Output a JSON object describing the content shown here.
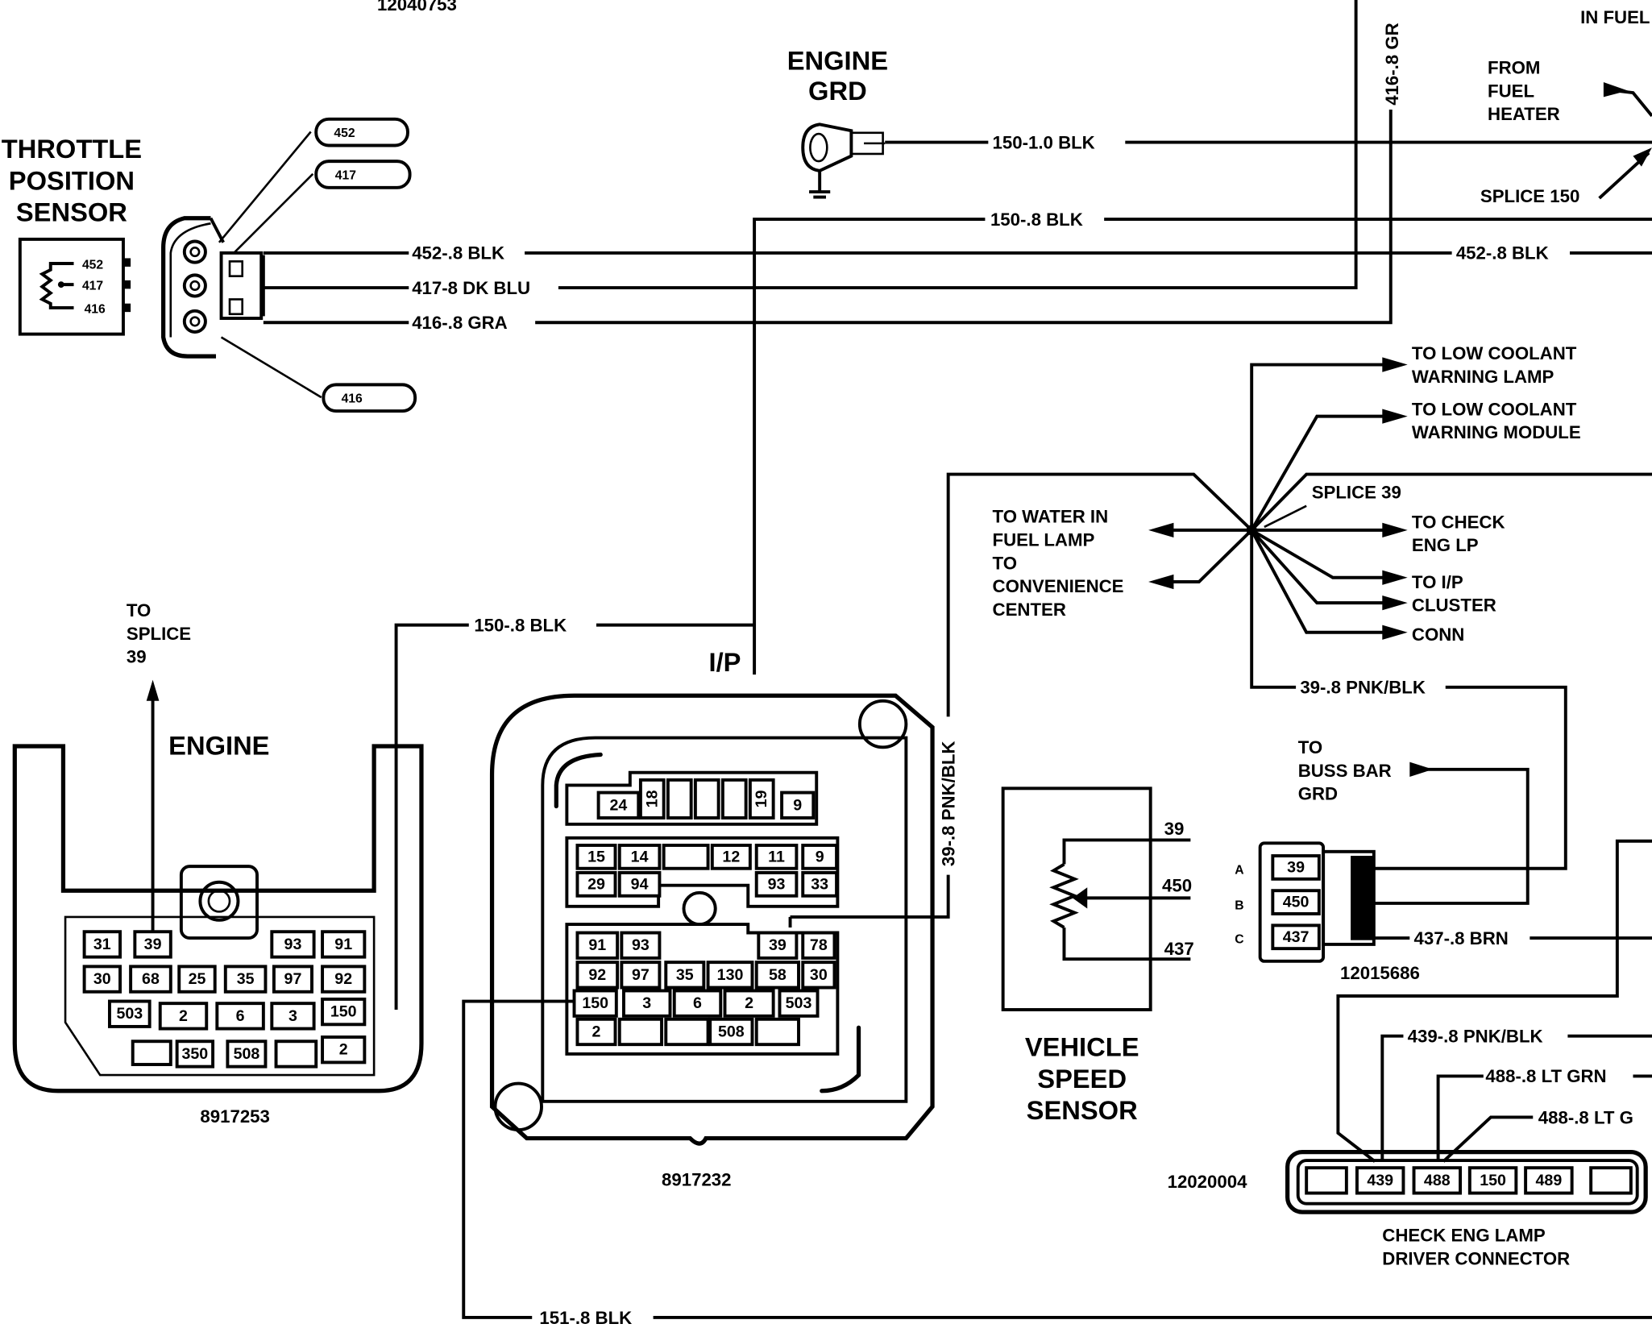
{
  "top_partial_label": "12040753",
  "top_right_partial": "IN FUEL",
  "throttle_position_sensor": {
    "title": [
      "THROTTLE",
      "POSITION",
      "SENSOR"
    ],
    "pins": [
      "452",
      "417",
      "416"
    ],
    "callouts": [
      "452",
      "417",
      "416"
    ]
  },
  "engine_ground": {
    "title": [
      "ENGINE",
      "GRD"
    ]
  },
  "wires": {
    "w150_10": "150-1.0 BLK",
    "w150_8_top": "150-.8 BLK",
    "w452_left": "452-.8 BLK",
    "w417": "417-8 DK BLU",
    "w416": "416-.8 GRA",
    "w452_right": "452-.8 BLK",
    "w416_vert": "416-.8 GR",
    "w150_8_mid": "150-.8 BLK",
    "w39_vert": "39-.8 PNK/BLK",
    "w39_horiz": "39-.8 PNK/BLK",
    "w437": "437-.8 BRN",
    "w439": "439-.8 PNK/BLK",
    "w488_a": "488-.8 LT GRN",
    "w488_b": "488-.8 LT G",
    "w151": "151-.8 BLK"
  },
  "fuel_heater": {
    "from": [
      "FROM",
      "FUEL",
      "HEATER"
    ],
    "splice": "SPLICE 150"
  },
  "splice39": {
    "label": "SPLICE 39",
    "targets": {
      "coolant_lamp": [
        "TO LOW COOLANT",
        "WARNING LAMP"
      ],
      "coolant_module": [
        "TO LOW COOLANT",
        "WARNING MODULE"
      ],
      "check_eng": [
        "TO CHECK",
        "ENG LP"
      ],
      "ip_cluster": [
        "TO I/P",
        "CLUSTER",
        "CONN"
      ],
      "water_fuel": [
        "TO WATER IN",
        "FUEL LAMP",
        "TO",
        "CONVENIENCE",
        "CENTER"
      ]
    }
  },
  "to_splice_39": [
    "TO",
    "SPLICE",
    "39"
  ],
  "engine_connector": {
    "title": "ENGINE",
    "part": "8917253",
    "rows": [
      [
        "31",
        "39",
        "93",
        "91"
      ],
      [
        "30",
        "68",
        "25",
        "35",
        "97",
        "92"
      ],
      [
        "503",
        "2",
        "6",
        "3",
        "150"
      ],
      [
        "350",
        "508",
        "2"
      ]
    ]
  },
  "ip_connector": {
    "title": "I/P",
    "part": "8917232",
    "top_row": [
      "24",
      "18",
      "19",
      "9"
    ],
    "row1": [
      "15",
      "14",
      "12",
      "11",
      "9"
    ],
    "row2": [
      "29",
      "94",
      "93",
      "33"
    ],
    "row3": [
      "91",
      "93",
      "39",
      "78"
    ],
    "row4": [
      "92",
      "97",
      "35",
      "130",
      "58",
      "30"
    ],
    "row5": [
      "150",
      "3",
      "6",
      "2",
      "503"
    ],
    "row6": [
      "2",
      "508"
    ]
  },
  "vehicle_speed_sensor": {
    "title": [
      "VEHICLE",
      "SPEED",
      "SENSOR"
    ],
    "pins": [
      "39",
      "450",
      "437"
    ]
  },
  "vss_connector": {
    "letters": [
      "A",
      "B",
      "C"
    ],
    "pins": [
      "39",
      "450",
      "437"
    ],
    "part": "12015686"
  },
  "buss_bar": [
    "TO",
    "BUSS BAR",
    "GRD"
  ],
  "check_eng_connector": {
    "part": "12020004",
    "pins": [
      "439",
      "488",
      "150",
      "489"
    ],
    "title": [
      "CHECK ENG LAMP",
      "DRIVER CONNECTOR"
    ]
  }
}
